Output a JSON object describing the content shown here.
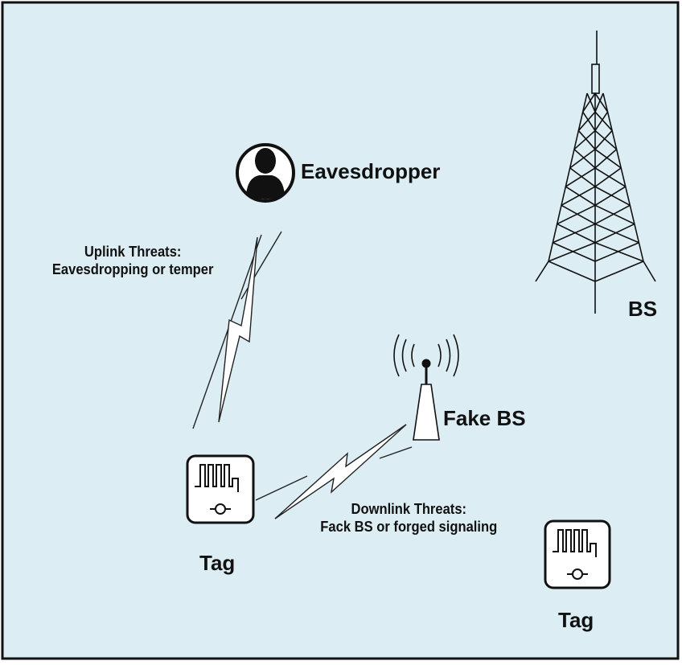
{
  "colors": {
    "background": "#dceef4",
    "border": "#111111",
    "line": "#222222",
    "icon": "#111111",
    "white": "#ffffff"
  },
  "nodes": {
    "eavesdropper": {
      "label": "Eavesdropper",
      "icon": "person-silhouette-icon"
    },
    "bs": {
      "label": "BS",
      "icon": "lattice-tower-icon"
    },
    "fake_bs": {
      "label": "Fake BS",
      "icon": "radio-antenna-icon"
    },
    "tag_left": {
      "label": "Tag",
      "icon": "rfid-tag-icon"
    },
    "tag_right": {
      "label": "Tag",
      "icon": "rfid-tag-icon"
    }
  },
  "threats": {
    "uplink": {
      "line1": "Uplink Threats:",
      "line2": "Eavesdropping or temper"
    },
    "downlink": {
      "line1": "Downlink Threats:",
      "line2": "Fack BS or forged signaling"
    }
  }
}
